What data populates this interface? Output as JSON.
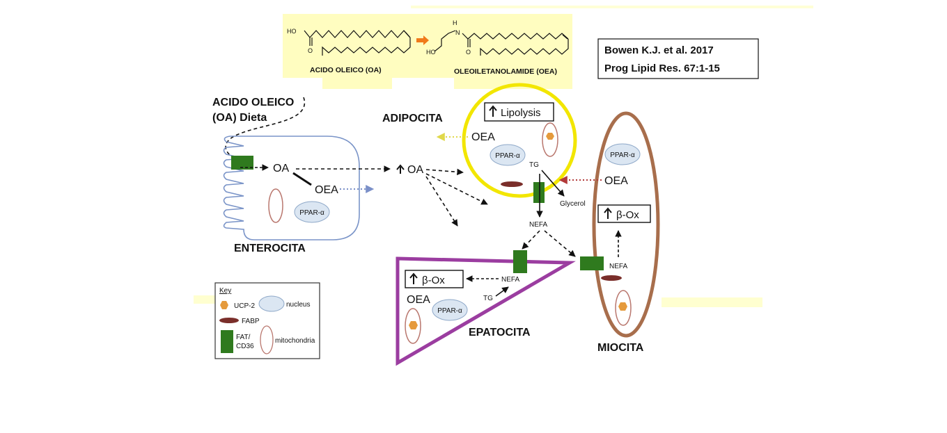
{
  "structures": {
    "oleic_acid_label": "ACIDO OLEICO (OA)",
    "oea_label": "OLEOILETANOLAMIDE (OEA)",
    "ho": "HO",
    "h": "H",
    "n": "N",
    "oh_left": "HO",
    "o": "O"
  },
  "citation": {
    "line1": "Bowen K.J. et al. 2017",
    "line2": "Prog Lipid Res. 67:1-15"
  },
  "dietary": {
    "line1": "ACIDO OLEICO",
    "line2": "(OA) Dieta"
  },
  "enterocyte": {
    "oa": "OA",
    "oea": "OEA",
    "ppar": "PPAR-α",
    "title": "ENTEROCITA"
  },
  "blood": {
    "oa": "OA"
  },
  "adipocyte": {
    "title": "ADIPOCITA",
    "lipolysis": "Lipolysis",
    "oea": "OEA",
    "ppar": "PPAR-α",
    "tg": "TG",
    "glycerol": "Glycerol",
    "nefa": "NEFA"
  },
  "myocyte": {
    "ppar": "PPAR-α",
    "oea": "OEA",
    "box": "β-Ox",
    "nefa": "NEFA",
    "title": "MIOCITA"
  },
  "hepatocyte": {
    "box": "β-Ox",
    "nefa": "NEFA",
    "oea": "OEA",
    "ppar": "PPAR-α",
    "tg": "TG",
    "title": "EPATOCITA"
  },
  "key": {
    "title": "Key",
    "ucp2": "UCP-2",
    "nucleus": "nucleus",
    "fabp": "FABP",
    "fat1": "FAT/",
    "fat2": "CD36",
    "mitochondria": "mitochondria"
  },
  "colors": {
    "fat_cd36": "#2f7a1e",
    "fabp": "#7a2e2a",
    "ucp2": "#e59a3c",
    "nucleus": "#dbe6f2",
    "mito": "#b9776e",
    "adipocyte_ring": "#f2e600",
    "myocyte_ring": "#a86e4c",
    "hepatocyte_ring": "#9b3da0",
    "enterocyte_membrane": "#7a94c8",
    "highlight": "#ffffb8"
  }
}
